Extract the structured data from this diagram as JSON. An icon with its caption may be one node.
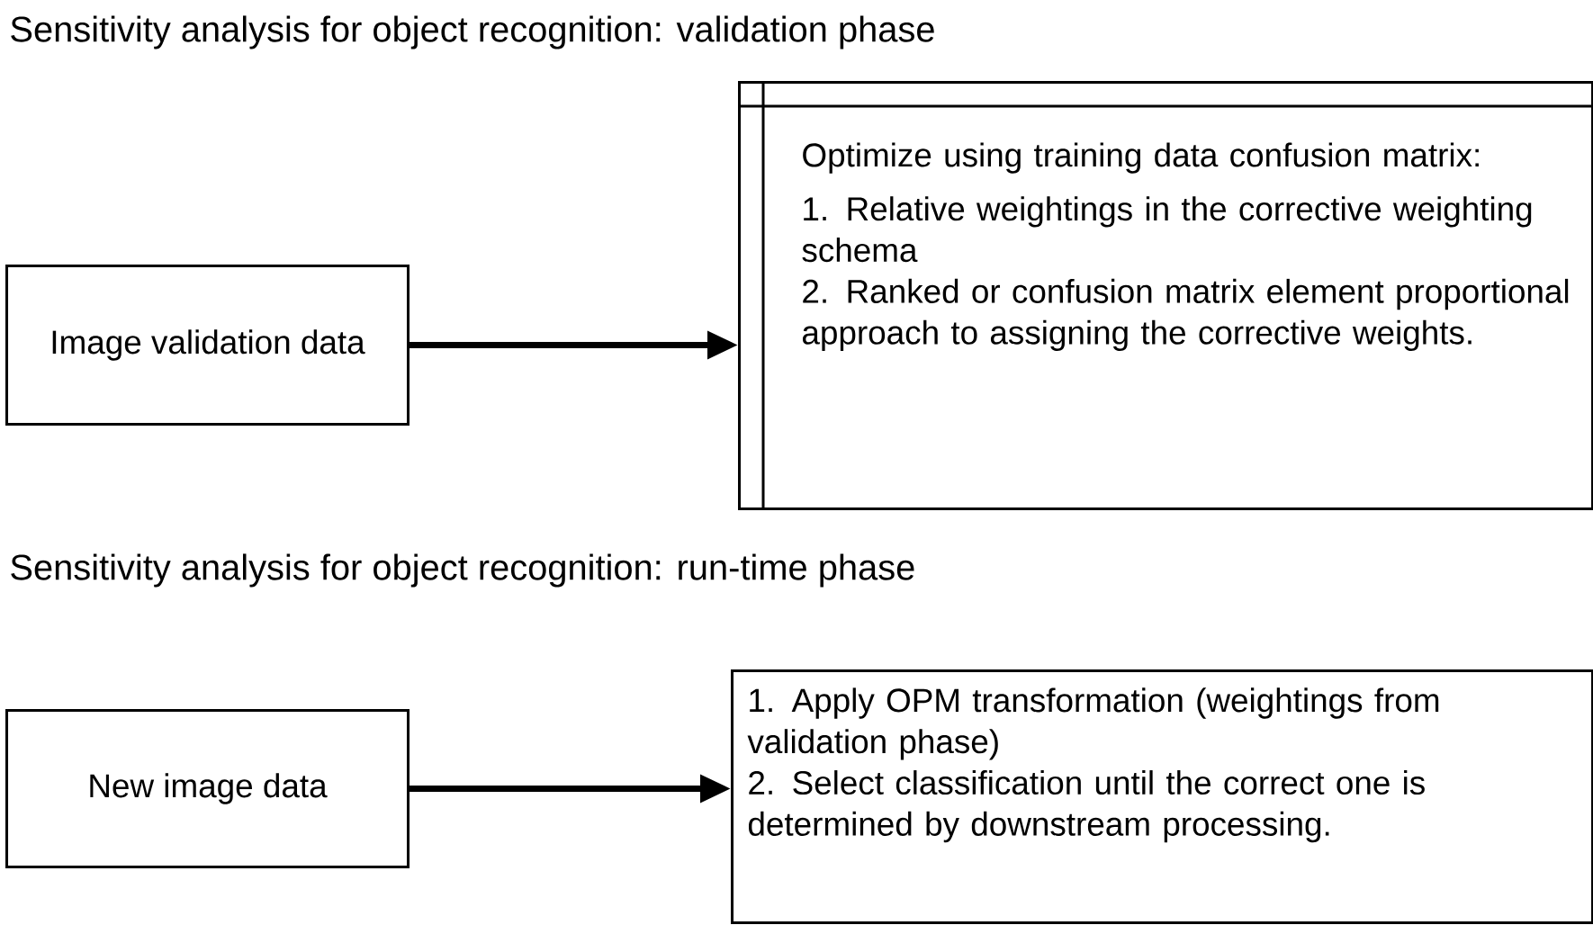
{
  "diagram": {
    "nodes": [
      {
        "text": [
          "Image validation data"
        ]
      },
      {
        "text": [
          "Optimize using training data confusion matrix:",
          "1. Relative weightings in the corrective weighting schema",
          "2. Ranked or confusion matrix element proportional approach to assigning the corrective weights."
        ]
      },
      {
        "text": [
          "New image data"
        ]
      },
      {
        "text": [
          "1. Apply OPM transformation (weightings from validation phase)",
          "2. Select classification until the correct one is determined by downstream processing."
        ]
      }
    ],
    "edges": [
      {
        "from": 0,
        "to": 1,
        "arrow": "to"
      },
      {
        "from": 2,
        "to": 3,
        "arrow": "to"
      }
    ],
    "labels": [
      "Sensitivity analysis for object recognition: validation phase",
      "Sensitivity analysis for object recognition: run-time phase"
    ]
  }
}
